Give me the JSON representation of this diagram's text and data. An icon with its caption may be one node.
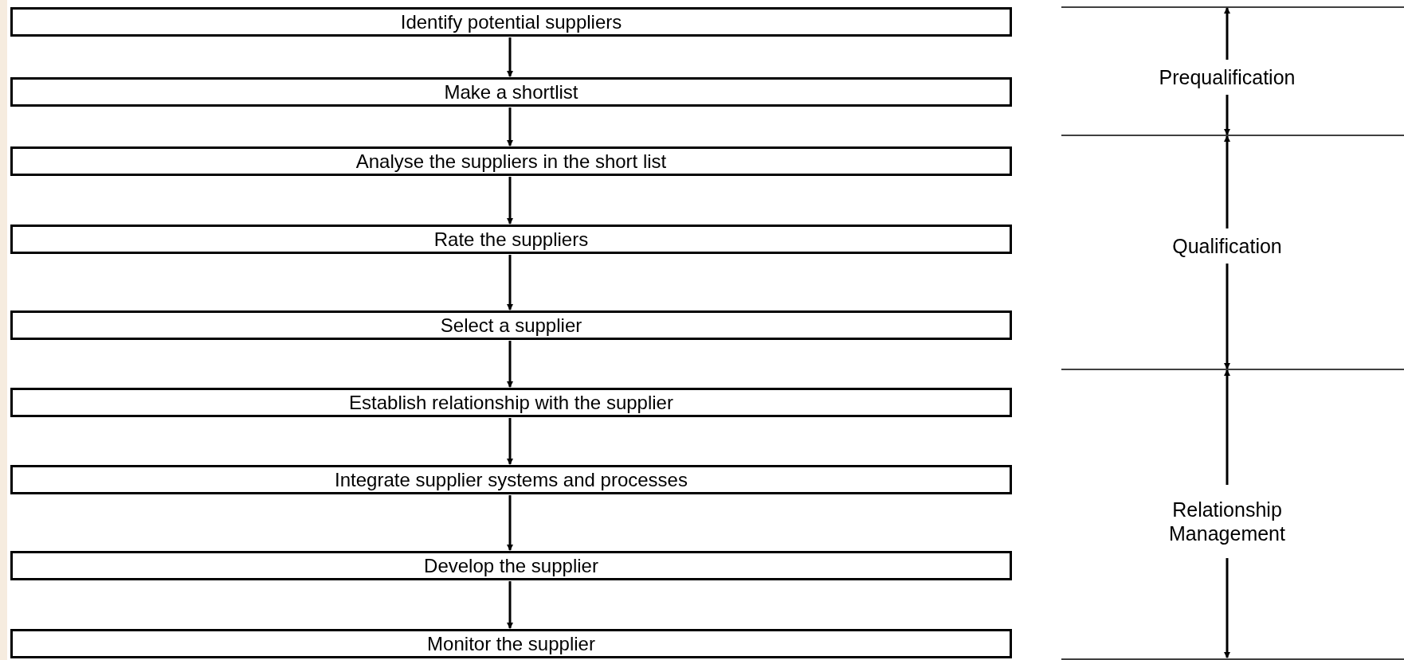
{
  "diagram": {
    "nodes": [
      {
        "text": [
          "Identify potential suppliers"
        ]
      },
      {
        "text": [
          "Make a shortlist"
        ]
      },
      {
        "text": [
          "Analyse the suppliers in the short list"
        ]
      },
      {
        "text": [
          "Rate the suppliers"
        ]
      },
      {
        "text": [
          "Select a supplier"
        ]
      },
      {
        "text": [
          "Establish relationship with the supplier"
        ]
      },
      {
        "text": [
          "Integrate supplier systems and processes"
        ]
      },
      {
        "text": [
          "Develop the supplier"
        ]
      },
      {
        "text": [
          "Monitor the supplier"
        ]
      }
    ],
    "edges": [
      {
        "from": 0,
        "to": 1,
        "arrow": "to"
      },
      {
        "from": 1,
        "to": 2,
        "arrow": "to"
      },
      {
        "from": 2,
        "to": 3,
        "arrow": "to"
      },
      {
        "from": 3,
        "to": 4,
        "arrow": "to"
      },
      {
        "from": 4,
        "to": 5,
        "arrow": "to"
      },
      {
        "from": 5,
        "to": 6,
        "arrow": "to"
      },
      {
        "from": 6,
        "to": 7,
        "arrow": "to"
      },
      {
        "from": 7,
        "to": 8,
        "arrow": "to"
      }
    ],
    "labels": [
      "Prequalification",
      "Qualification",
      "Relationship Management"
    ]
  }
}
